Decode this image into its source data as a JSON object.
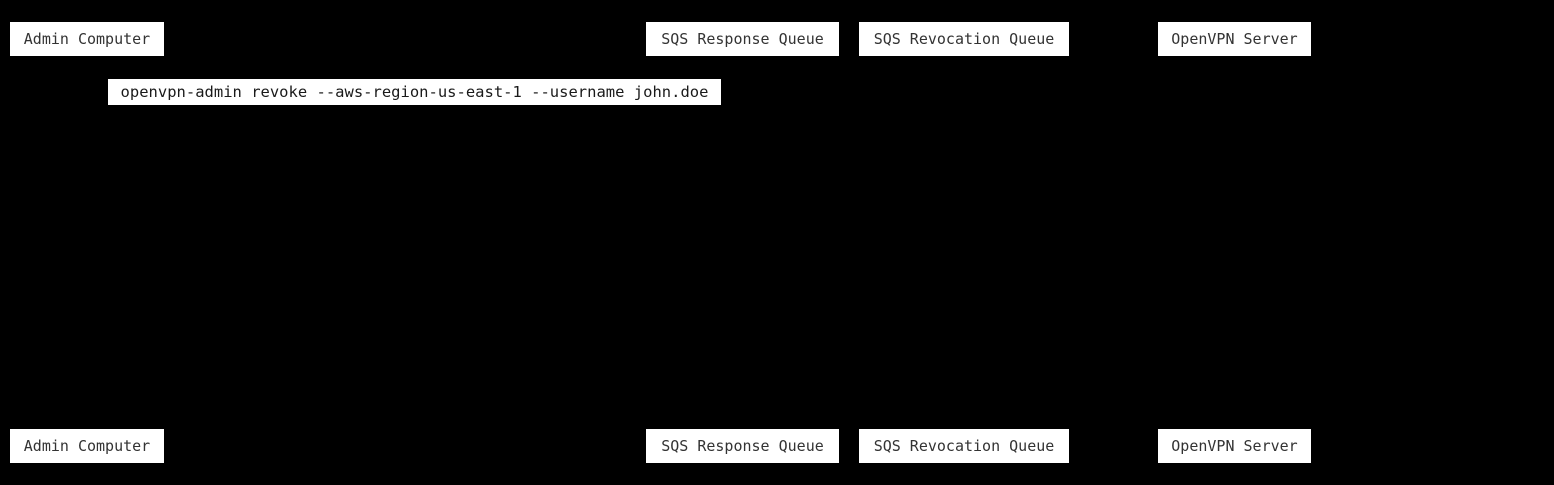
{
  "diagram": {
    "kind": "sequence-diagram",
    "colors": {
      "background": "#000000",
      "box_fill": "#ffffff",
      "box_text": "#333333"
    },
    "participants": [
      {
        "label": "Admin Computer"
      },
      {
        "label": "SQS Response Queue"
      },
      {
        "label": "SQS Revocation Queue"
      },
      {
        "label": "OpenVPN Server"
      }
    ],
    "message": {
      "text": "openvpn-admin revoke --aws-region-us-east-1 --username john.doe"
    }
  }
}
